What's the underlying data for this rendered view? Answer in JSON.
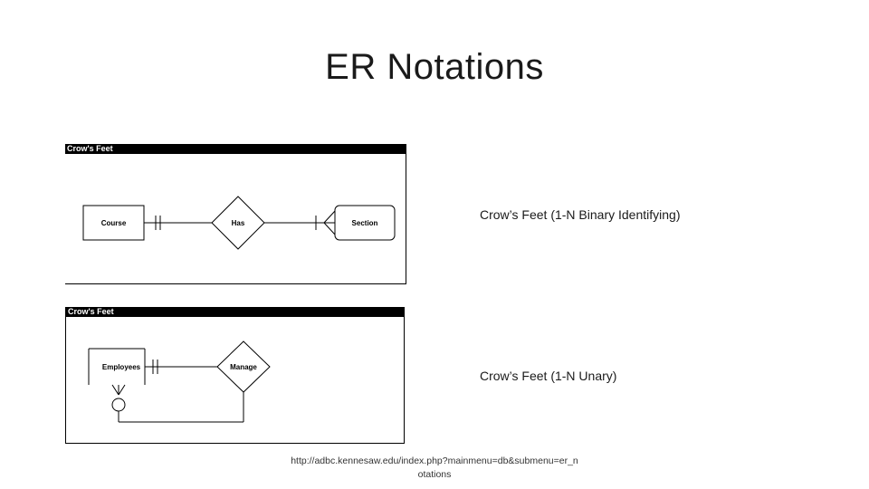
{
  "slide": {
    "title": "ER Notations"
  },
  "diagram_1": {
    "header": "Crow's Feet",
    "entity_left": "Course",
    "relationship": "Has",
    "entity_right": "Section",
    "caption": "Crow’s Feet (1-N Binary Identifying)"
  },
  "diagram_2": {
    "header": "Crow's Feet",
    "entity": "Employees",
    "relationship": "Manage",
    "caption": "Crow’s Feet (1-N Unary)"
  },
  "footer": {
    "url": "http://adbc.kennesaw.edu/index.php?mainmenu=db&submenu=er_notations"
  }
}
